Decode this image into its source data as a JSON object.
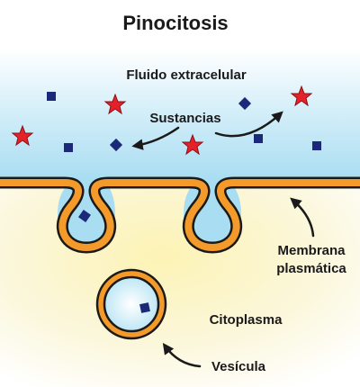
{
  "title": "Pinocitosis",
  "labels": {
    "extracellular": "Fluido extracelular",
    "substances": "Sustancias",
    "membrane_line1": "Membrana",
    "membrane_line2": "plasmática",
    "cytoplasm": "Citoplasma",
    "vesicle": "Vesícula"
  },
  "colors": {
    "extracellular_fluid": "#bfe6f5",
    "cytoplasm": "#fbf4c8",
    "membrane_fill": "#f39a2b",
    "membrane_outline": "#1a1a1a",
    "star": "#e5222a",
    "particle": "#1b2a78"
  }
}
